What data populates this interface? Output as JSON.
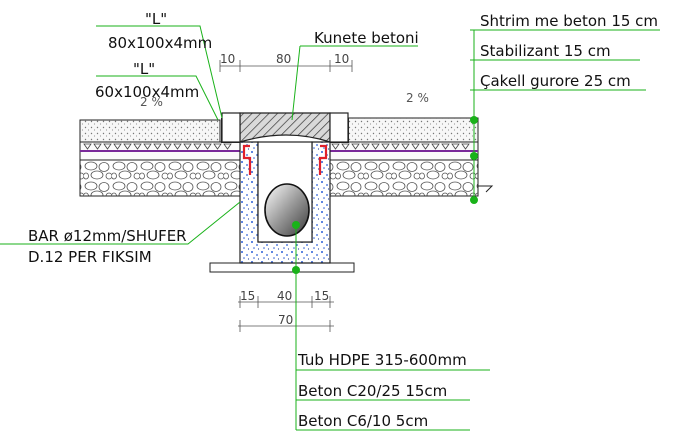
{
  "labels": {
    "profile_l1_mark": "\"L\"",
    "profile_l1_size": "80x100x4mm",
    "profile_l2_mark": "\"L\"",
    "profile_l2_size": "60x100x4mm",
    "kunete": "Kunete betoni",
    "shtrim": "Shtrim me beton  15 cm",
    "stabilizant": "Stabilizant  15 cm",
    "cakell": "Çakell gurore 25 cm",
    "bar_line1": "BAR ø12mm/SHUFER",
    "bar_line2": "D.12 PER FIKSIM",
    "tub": "Tub HDPE 315-600mm",
    "beton_c20": "Beton C20/25  15cm",
    "beton_c6": "Beton C6/10    5cm"
  },
  "slopes": {
    "left": "2 %",
    "right": "2 %"
  },
  "dimensions": {
    "top_left": "10",
    "top_mid": "80",
    "top_right": "10",
    "bottom_left": "15",
    "bottom_mid": "40",
    "bottom_right": "15",
    "bottom_total": "70"
  },
  "colors": {
    "leader": "#19b219",
    "dot": "#19b219",
    "rebar": "#e0202a",
    "membrane": "#7a2a9a",
    "concrete_dots": "#2e5fd6"
  }
}
